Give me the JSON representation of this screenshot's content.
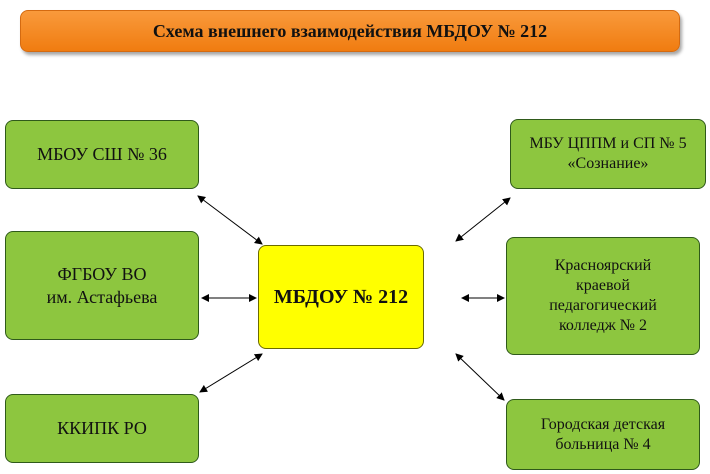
{
  "title": "Схема внешнего взаимодействия МБДОУ № 212",
  "center": "МБДОУ № 212",
  "left_nodes": [
    "МБОУ СШ № 36",
    "ФГБОУ ВО\nим. Астафьева",
    "ККИПК РО"
  ],
  "right_nodes": [
    "МБУ ЦППМ и СП № 5\n«Сознание»",
    "Красноярский\nкраевой\nпедагогический\nколледж № 2",
    "Городская детская\nбольница № 4"
  ],
  "colors": {
    "title_bg": "#f58220",
    "node_bg": "#8dc63f",
    "center_bg": "#ffff00"
  }
}
